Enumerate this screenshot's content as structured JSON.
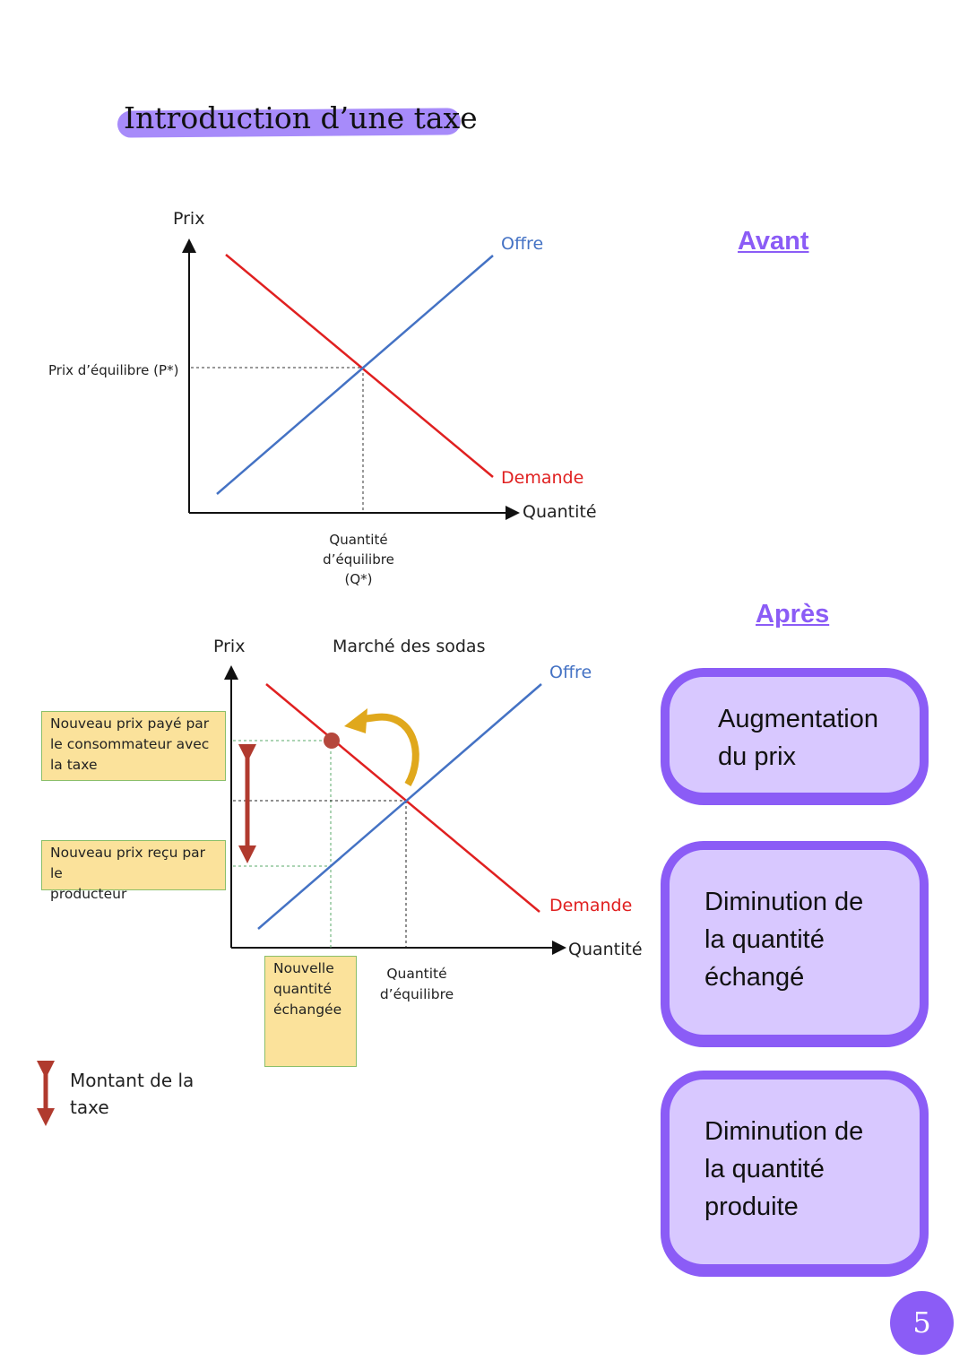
{
  "title": "Introduction d’une taxe",
  "avant": {
    "header": "Avant",
    "y_label": "Prix",
    "x_label": "Quantité",
    "supply_label": "Offre",
    "demand_label": "Demande",
    "eq_price_label": "Prix d’équilibre (P*)",
    "eq_qty_label": "Quantité\nd’équilibre\n(Q*)"
  },
  "apres": {
    "header": "Après",
    "chart_title": "Marché des sodas",
    "y_label": "Prix",
    "x_label": "Quantité",
    "supply_label": "Offre",
    "demand_label": "Demande",
    "consumer_price_box": "Nouveau prix payé par\nle consommateur avec\nla taxe",
    "producer_price_box": "Nouveau prix reçu par le\nproducteur",
    "new_qty_box": "Nouvelle\nquantité\néchangée",
    "eq_qty_label": "Quantité\nd’équilibre",
    "legend_tax": "Montant de la\ntaxe"
  },
  "effects": [
    "Augmentation\ndu prix",
    "Diminution de\nla quantité\néchangé",
    "Diminution de\nla quantité\nproduite"
  ],
  "page_number": "5",
  "colors": {
    "accent": "#8b5cf6",
    "supply": "#4472c4",
    "demand": "#e02020",
    "tax": "#b03a2e",
    "arrow": "#e0a81c"
  }
}
